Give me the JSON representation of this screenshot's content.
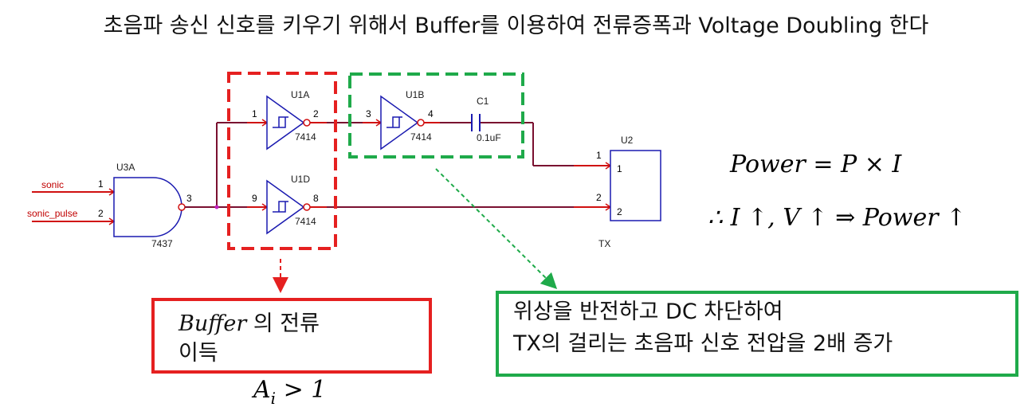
{
  "title": "초음파 송신 신호를 키우기 위해서 Buffer를 이용하여 전류증폭과 Voltage Doubling 한다",
  "schematic": {
    "and_gate": {
      "ref": "U3A",
      "part": "7437",
      "pin_in1": "1",
      "pin_in2": "2",
      "pin_out": "3"
    },
    "net_sonic": "sonic",
    "net_sonic_pulse": "sonic_pulse",
    "u1a": {
      "ref": "U1A",
      "part": "7414",
      "pin_in": "1",
      "pin_out": "2"
    },
    "u1d": {
      "ref": "U1D",
      "part": "7414",
      "pin_in": "9",
      "pin_out": "8"
    },
    "u1b": {
      "ref": "U1B",
      "part": "7414",
      "pin_in": "3",
      "pin_out": "4"
    },
    "cap": {
      "ref": "C1",
      "value": "0.1uF"
    },
    "u2": {
      "ref": "U2",
      "pin1": "1",
      "pin2": "2",
      "pin1_inner": "1",
      "pin2_inner": "2",
      "label": "TX"
    }
  },
  "equations": {
    "power": "Power = P × I",
    "therefore": "∴ I ↑, V ↑ ⇒ Power ↑",
    "gain": "A_i > 1"
  },
  "annotations": {
    "red_box": {
      "line1_var": "Buffer",
      "line1_text": " 의 전류",
      "line2": "이득"
    },
    "green_box": {
      "line1": "위상을 반전하고 DC 차단하여",
      "line2": "TX의 걸리는 초음파 신호 전압을 2배 증가"
    }
  },
  "colors": {
    "wire": "#7a1030",
    "pin_line": "#d01010",
    "component": "#1a1ab0",
    "red_dash": "#e52020",
    "green_dash": "#1faa4a"
  }
}
